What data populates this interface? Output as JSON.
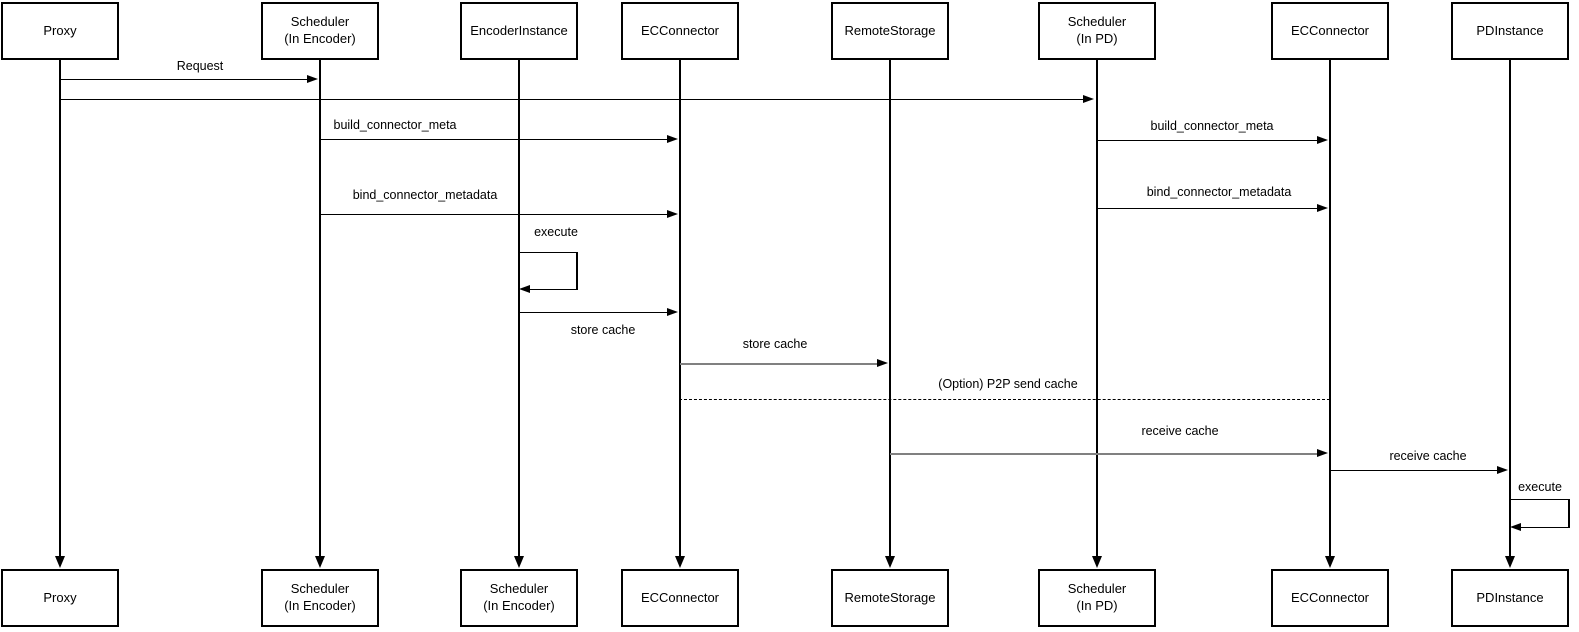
{
  "colors": {
    "stroke": "#000000",
    "gray_arrow": "#808080",
    "background": "#ffffff",
    "text": "#000000"
  },
  "participants": [
    {
      "name": "Proxy",
      "top_label": "Proxy",
      "bottom_label": "Proxy"
    },
    {
      "name": "Scheduler (In Encoder)",
      "top_label": "Scheduler\n(In Encoder)",
      "bottom_label": "Scheduler\n(In Encoder)"
    },
    {
      "name": "EncoderInstance",
      "top_label": "EncoderInstance",
      "bottom_label": "Scheduler\n(In Encoder)"
    },
    {
      "name": "ECConnector (Encoder side)",
      "top_label": "ECConnector",
      "bottom_label": "ECConnector"
    },
    {
      "name": "RemoteStorage",
      "top_label": "RemoteStorage",
      "bottom_label": "RemoteStorage"
    },
    {
      "name": "Scheduler (In PD)",
      "top_label": "Scheduler\n(In PD)",
      "bottom_label": "Scheduler\n(In PD)"
    },
    {
      "name": "ECConnector (PD side)",
      "top_label": "ECConnector",
      "bottom_label": "ECConnector"
    },
    {
      "name": "PDInstance",
      "top_label": "PDInstance",
      "bottom_label": "PDInstance"
    }
  ],
  "messages": [
    {
      "label": "Request",
      "from": "Proxy",
      "to": "Scheduler (In Encoder)",
      "style": "solid"
    },
    {
      "label": "",
      "from": "Proxy",
      "to": "Scheduler (In PD)",
      "style": "solid"
    },
    {
      "label": "build_connector_meta",
      "from": "Scheduler (In Encoder)",
      "to": "ECConnector (Encoder side)",
      "style": "solid"
    },
    {
      "label": "bind_connector_metadata",
      "from": "Scheduler (In Encoder)",
      "to": "ECConnector (Encoder side)",
      "style": "solid"
    },
    {
      "label": "execute",
      "from": "EncoderInstance",
      "to": "EncoderInstance",
      "style": "self-loop"
    },
    {
      "label": "store cache",
      "from": "EncoderInstance",
      "to": "ECConnector (Encoder side)",
      "style": "solid"
    },
    {
      "label": "store cache",
      "from": "ECConnector (Encoder side)",
      "to": "RemoteStorage",
      "style": "solid-gray"
    },
    {
      "label": "(Option) P2P send cache",
      "from": "ECConnector (Encoder side)",
      "to": "ECConnector (PD side)",
      "style": "dashed-no-arrow"
    },
    {
      "label": "build_connector_meta",
      "from": "Scheduler (In PD)",
      "to": "ECConnector (PD side)",
      "style": "solid"
    },
    {
      "label": "bind_connector_metadata",
      "from": "Scheduler (In PD)",
      "to": "ECConnector (PD side)",
      "style": "solid"
    },
    {
      "label": "receive cache",
      "from": "RemoteStorage",
      "to": "ECConnector (PD side)",
      "style": "solid-gray"
    },
    {
      "label": "receive cache",
      "from": "ECConnector (PD side)",
      "to": "PDInstance",
      "style": "solid"
    },
    {
      "label": "execute",
      "from": "PDInstance",
      "to": "PDInstance",
      "style": "self-loop"
    }
  ]
}
